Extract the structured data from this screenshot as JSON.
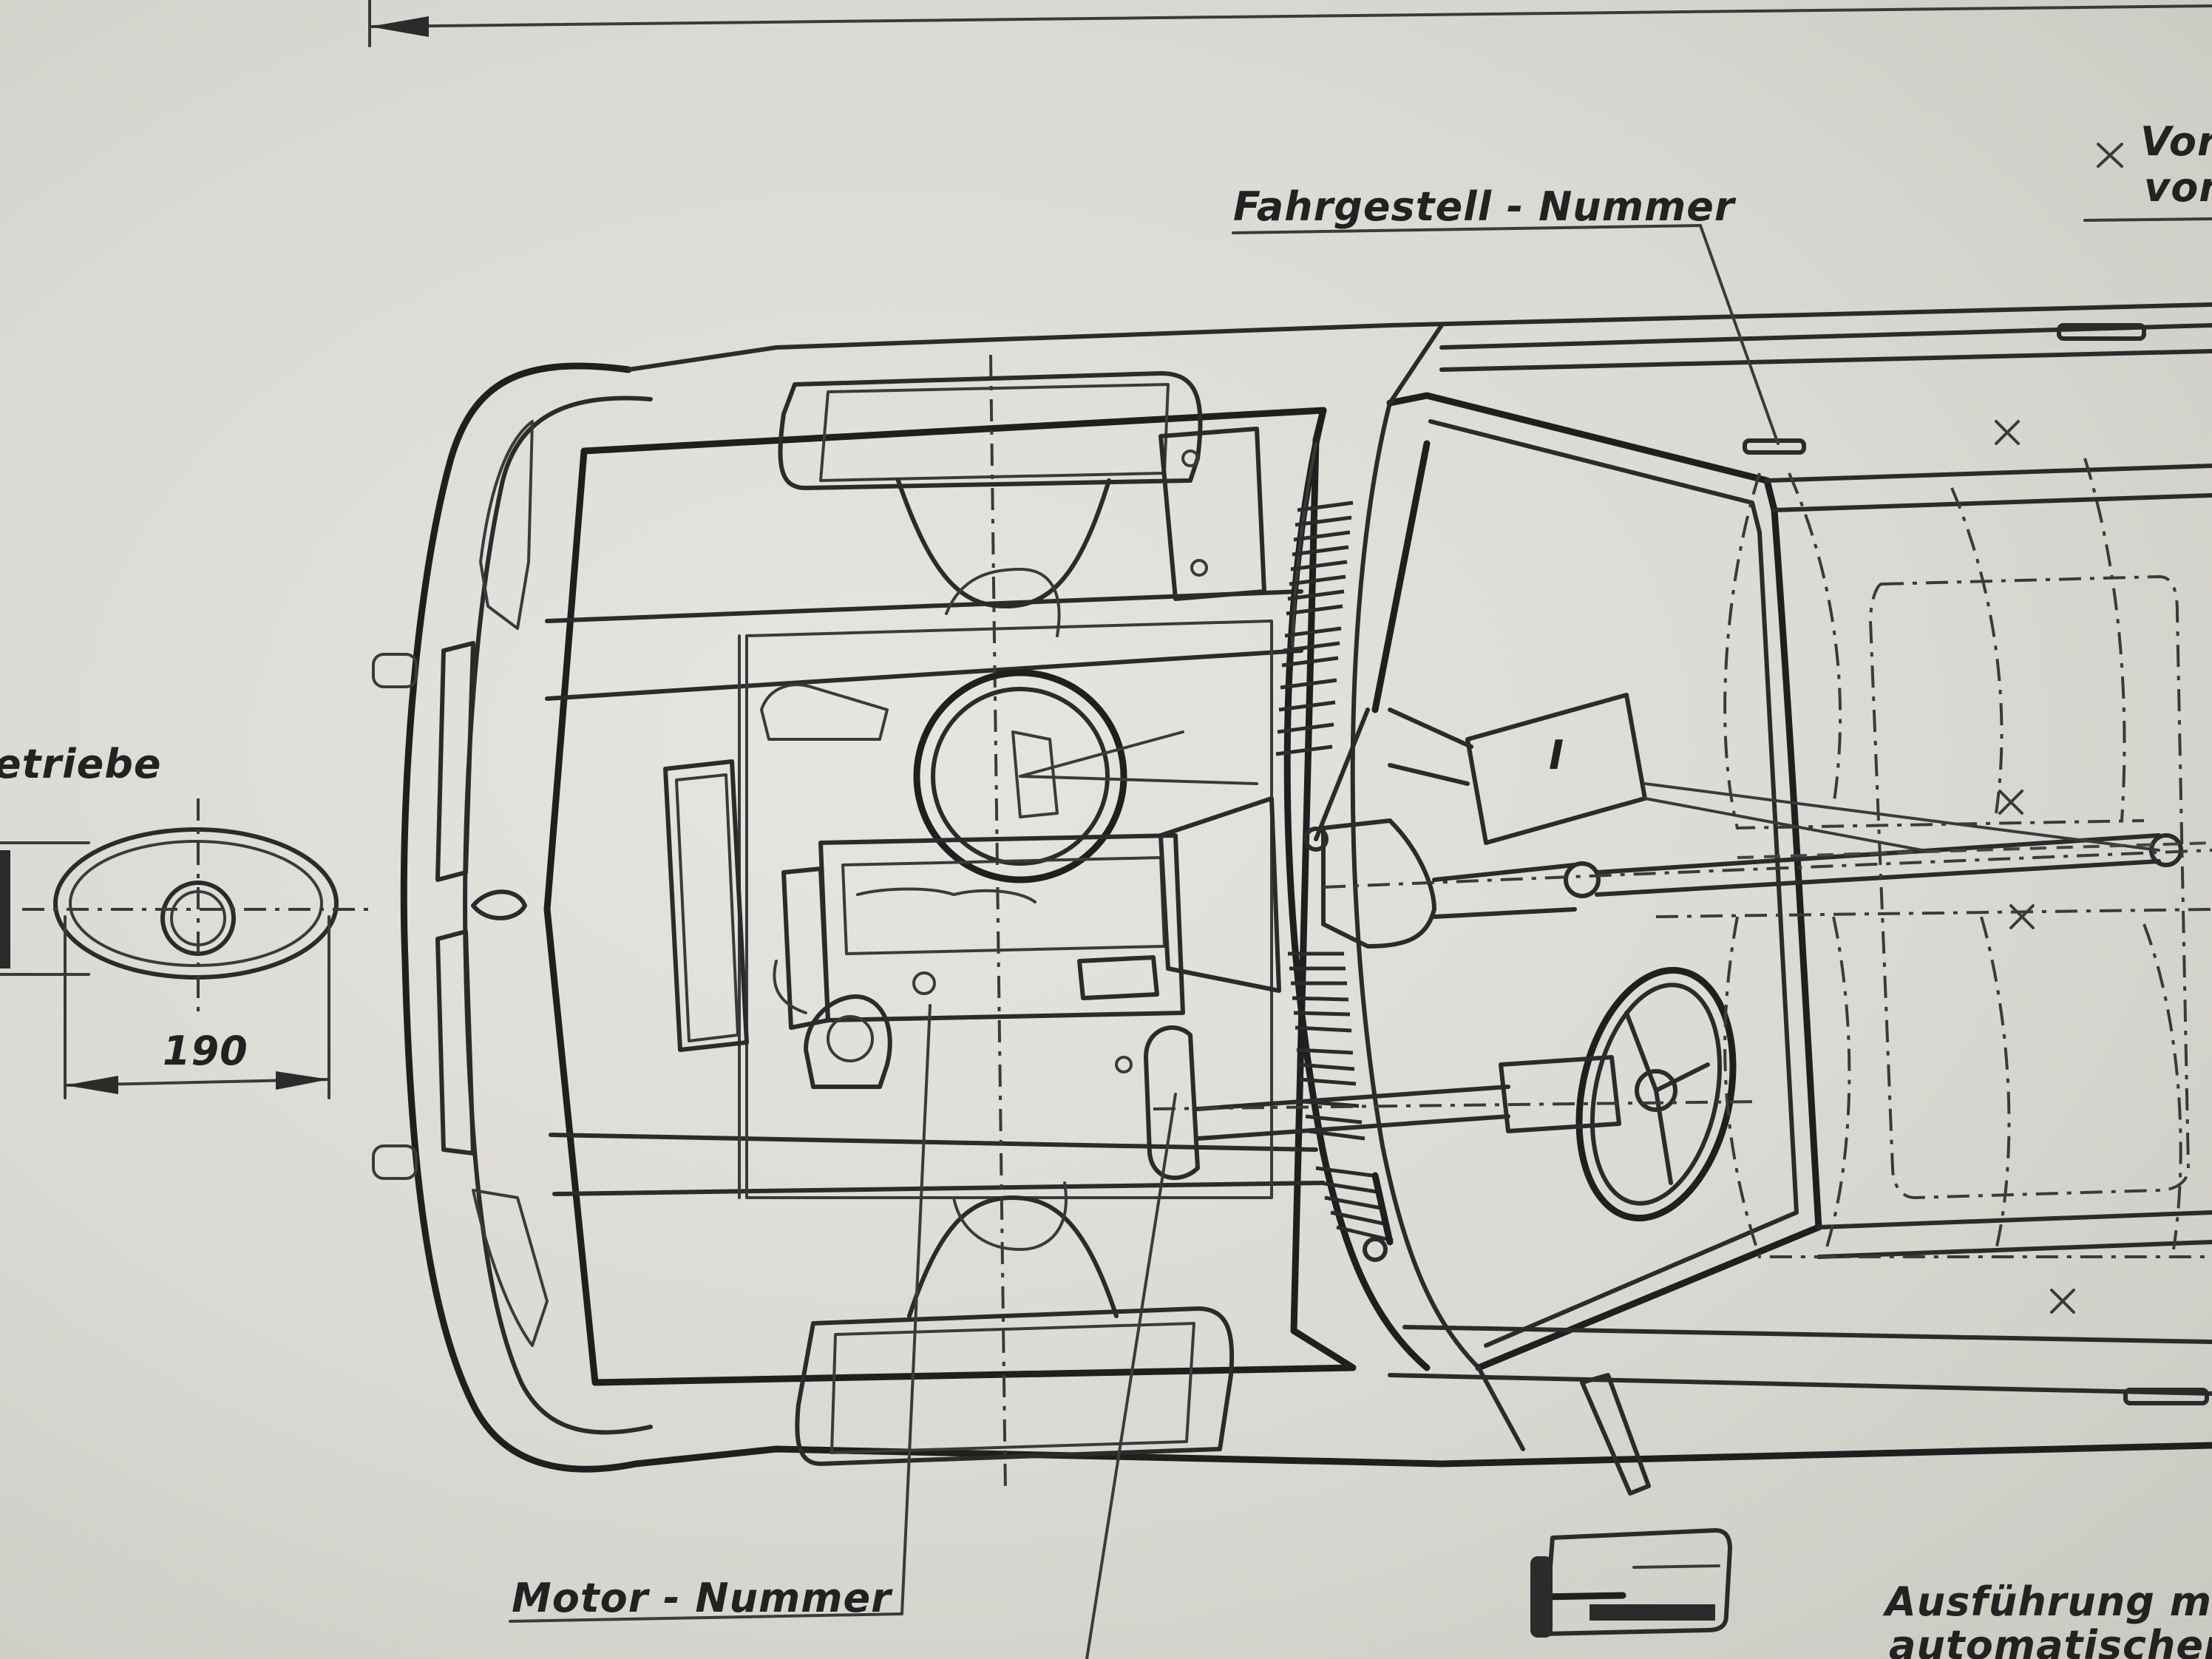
{
  "labels": {
    "chassis_number": "Fahrgestell - Nummer",
    "engine_number": "Motor - Nummer",
    "gearbox_partial": "etriebe",
    "dimension_190": "190",
    "roman_one": "I",
    "top_right_line1": "Vorr",
    "top_right_line2": "von",
    "bottom_right_line1": "Ausführung m",
    "bottom_right_line2": "automatischem"
  }
}
